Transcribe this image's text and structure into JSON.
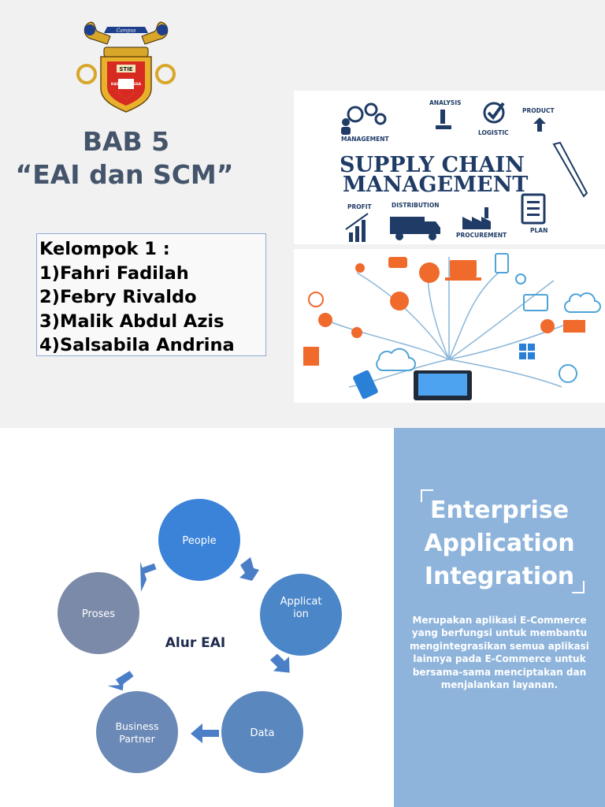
{
  "slide1": {
    "logo": {
      "banner_text": "Campus",
      "shield_lines": [
        "STIE",
        "KASIH BANGSA"
      ]
    },
    "bab_number": "BAB 5",
    "bab_title": "“EAI dan SCM”",
    "group": {
      "heading": "Kelompok 1 :",
      "members": [
        "1)Fahri Fadilah",
        "2)Febry Rivaldo",
        "3)Malik Abdul Azis",
        "4)Salsabila Andrina"
      ]
    },
    "scm_image": {
      "title_line1": "SUPPLY CHAIN",
      "title_line2": "MANAGEMENT",
      "labels": [
        "ANALYSIS",
        "PRODUCT",
        "MANAGEMENT",
        "LOGISTIC",
        "PROFIT",
        "DISTRIBUTION",
        "PROCUREMENT",
        "PLAN"
      ]
    }
  },
  "slide2": {
    "cycle": {
      "center_label": "Alur EAI",
      "nodes": [
        {
          "label": "People",
          "color": "#3b82d9"
        },
        {
          "label": "Application",
          "color": "#4a86c8"
        },
        {
          "label": "Data",
          "color": "#5a87be"
        },
        {
          "label": "Business Partner",
          "color": "#6b89b6"
        },
        {
          "label": "Proses",
          "color": "#7b8aa9"
        }
      ]
    },
    "panel": {
      "heading_line1": "Enterprise",
      "heading_line2": "Application",
      "heading_line3": "Integration",
      "description": "Merupakan aplikasi E-Commerce yang berfungsi untuk membantu mengintegrasikan semua aplikasi lainnya pada E-Commerce untuk bersama-sama menciptakan dan menjalankan layanan."
    }
  },
  "colors": {
    "title_text": "#44546a",
    "panel_blue": "#8eb4dc",
    "slide_bg": "#f1f1f1"
  }
}
